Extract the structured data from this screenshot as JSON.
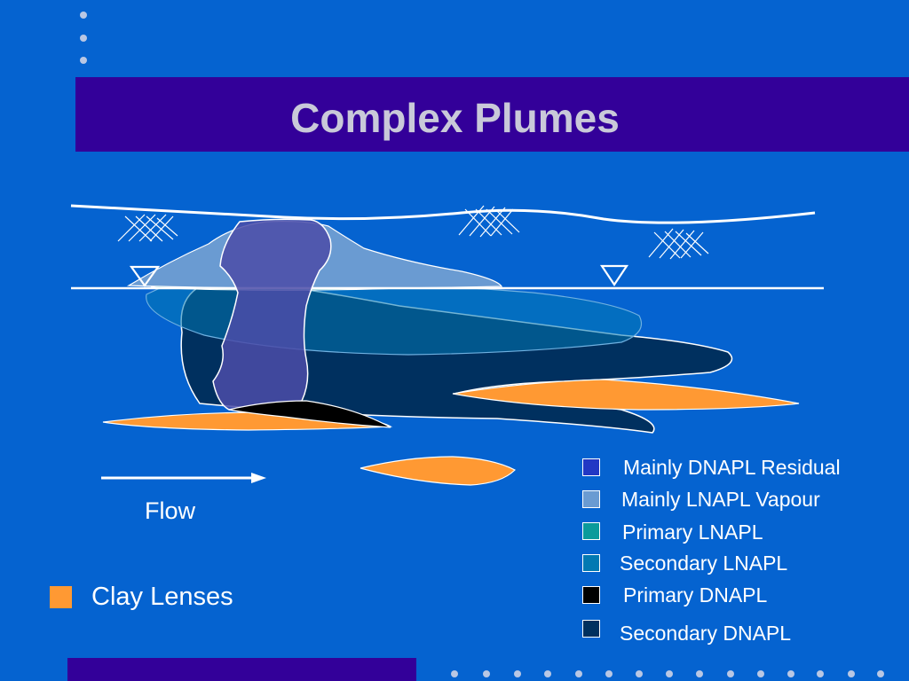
{
  "slide": {
    "title": "Complex Plumes",
    "flow_label": "Flow",
    "clay_label": "Clay Lenses"
  },
  "colors": {
    "background": "#0563d0",
    "title_band": "#330099",
    "dnapl_residual": "#4b4ca8",
    "lnapl_vapour": "#6a9bd2",
    "primary_lnapl": "#0b9a9b",
    "secondary_lnapl": "#0279b2",
    "primary_dnapl": "#000000",
    "secondary_dnapl": "#00305f",
    "clay": "#ff9933"
  },
  "legend": [
    {
      "label": "Mainly DNAPL Residual",
      "color": "#2238c4"
    },
    {
      "label": "Mainly LNAPL Vapour",
      "color": "#6a9bd2"
    },
    {
      "label": "Primary LNAPL",
      "color": "#0b9a9b"
    },
    {
      "label": "Secondary LNAPL",
      "color": "#0279b2"
    },
    {
      "label": "Primary DNAPL",
      "color": "#000000"
    },
    {
      "label": "Secondary DNAPL",
      "color": "#00305f"
    }
  ]
}
